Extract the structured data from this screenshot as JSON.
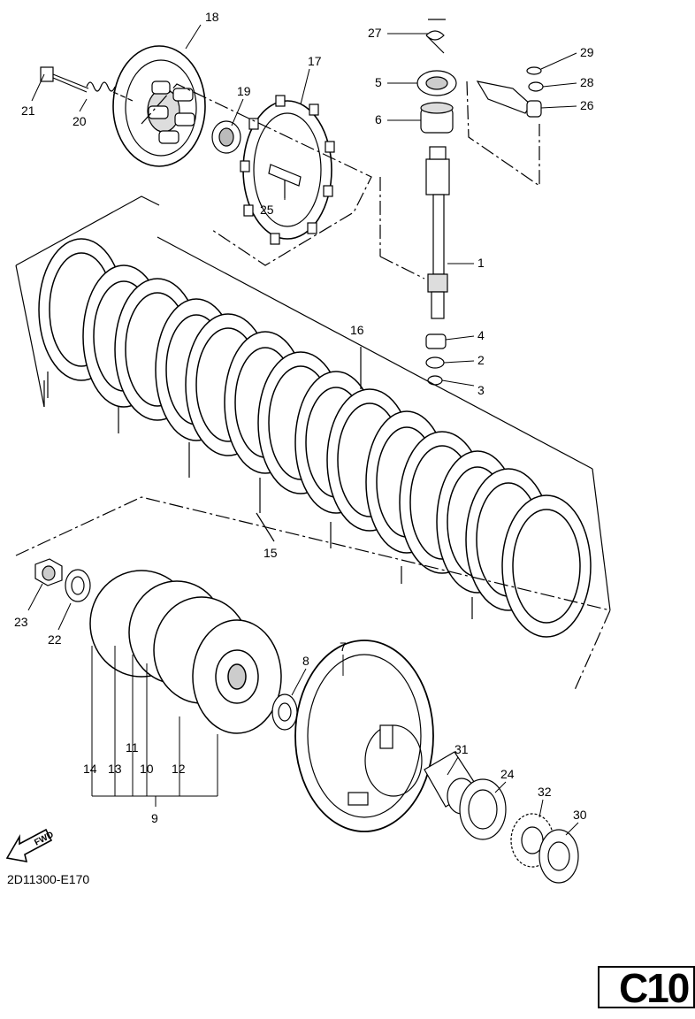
{
  "diagram": {
    "code": "2D11300-E170",
    "page_label": "C10",
    "fwd_label": "FWD",
    "callouts": {
      "c1": "1",
      "c2": "2",
      "c3": "3",
      "c4": "4",
      "c5": "5",
      "c6": "6",
      "c7": "7",
      "c8": "8",
      "c9": "9",
      "c10": "10",
      "c11": "11",
      "c12": "12",
      "c13": "13",
      "c14": "14",
      "c15": "15",
      "c16": "16",
      "c17": "17",
      "c18": "18",
      "c19": "19",
      "c20": "20",
      "c21": "21",
      "c22": "22",
      "c23": "23",
      "c24": "24",
      "c25": "25",
      "c26": "26",
      "c27": "27",
      "c28": "28",
      "c29": "29",
      "c30": "30",
      "c31": "31",
      "c32": "32"
    }
  }
}
